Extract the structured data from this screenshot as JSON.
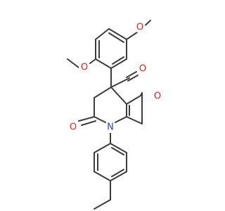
{
  "molecule": {
    "atoms": [
      {
        "id": "o_methoxy_top",
        "symbol": "O",
        "color": "#e0261e"
      },
      {
        "id": "o_methoxy_left",
        "symbol": "O",
        "color": "#e0261e"
      },
      {
        "id": "o_ketone",
        "symbol": "O",
        "color": "#e0261e"
      },
      {
        "id": "o_ring",
        "symbol": "O",
        "color": "#e0261e"
      },
      {
        "id": "o_amide",
        "symbol": "O",
        "color": "#e0261e"
      },
      {
        "id": "n_amide",
        "symbol": "N",
        "color": "#2b3ad8"
      }
    ],
    "bond_color": "#3c3c3c",
    "background": "#ffffff"
  }
}
